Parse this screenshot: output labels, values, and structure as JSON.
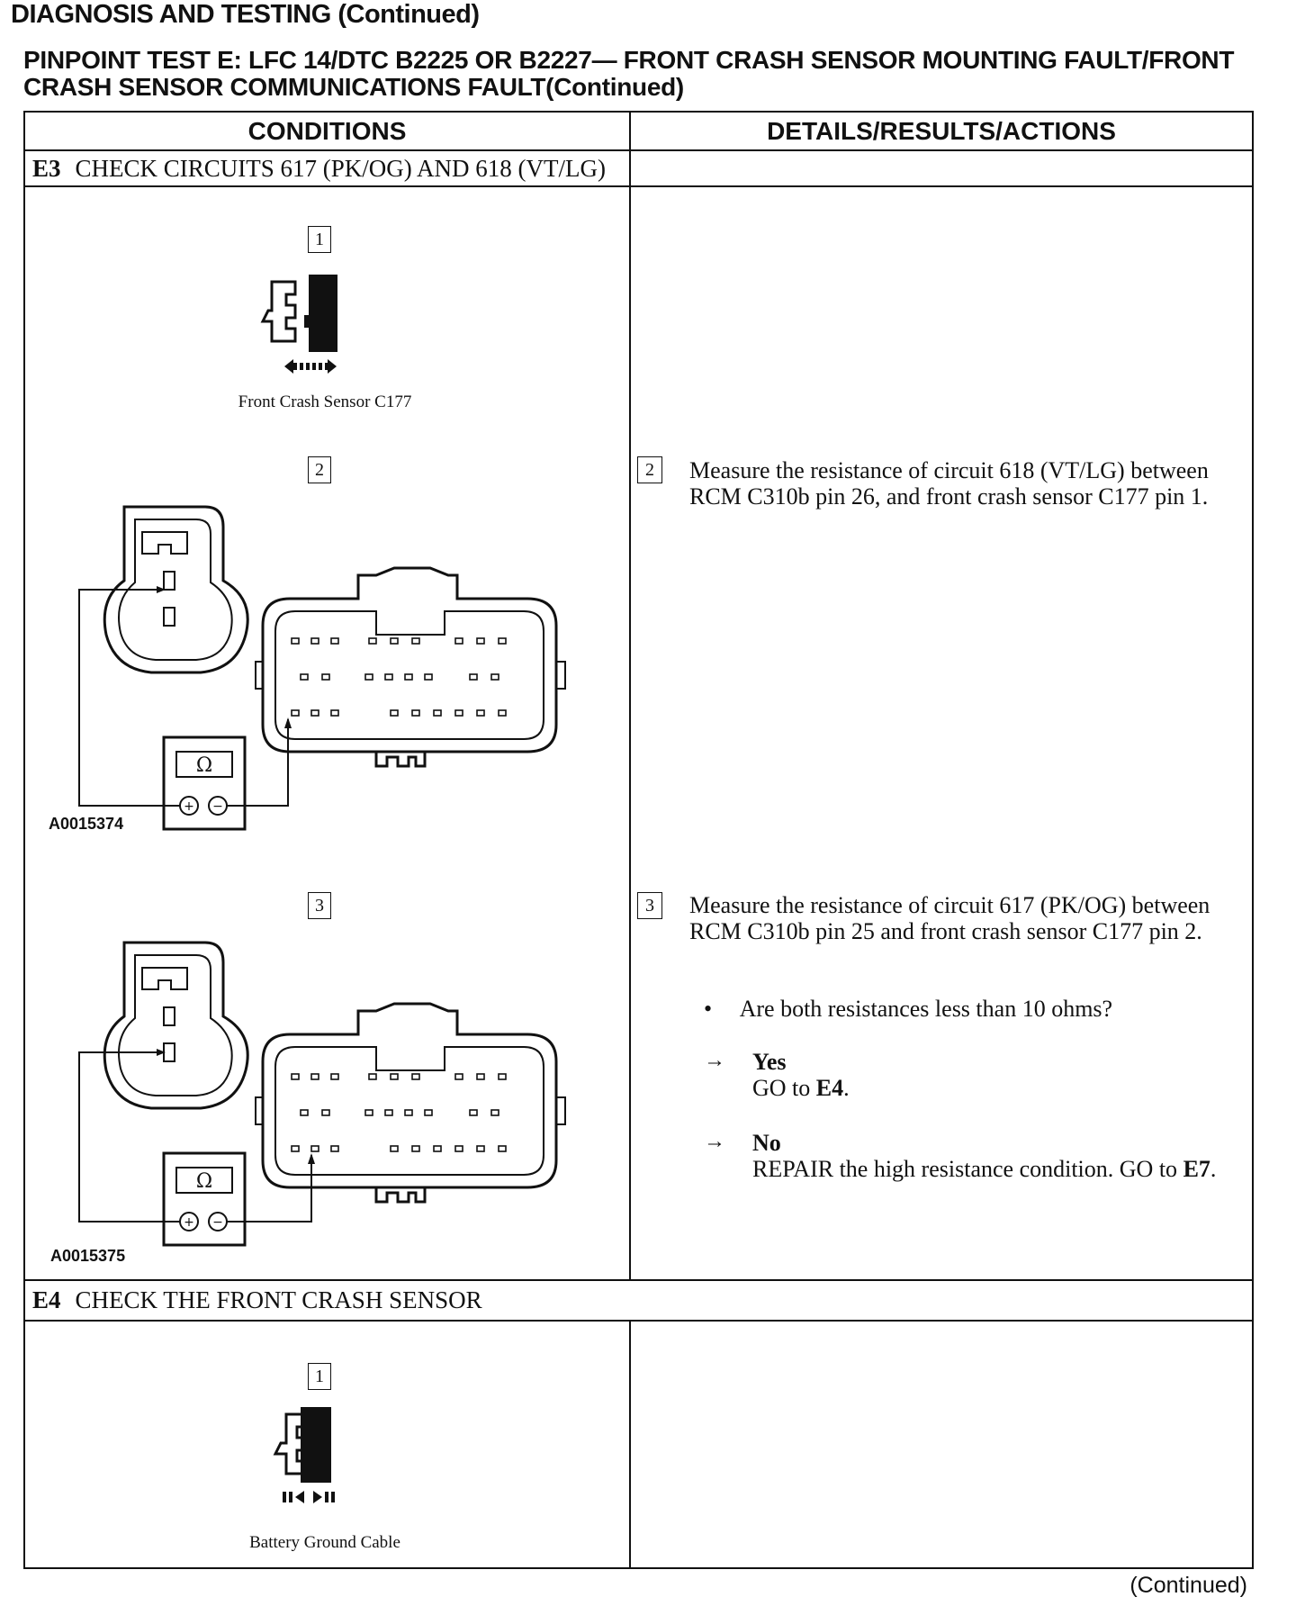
{
  "page": {
    "title": "DIAGNOSIS AND TESTING (Continued)",
    "test_title": "PINPOINT TEST E: LFC 14/DTC B2225 OR B2227— FRONT CRASH SENSOR MOUNTING FAULT/FRONT CRASH SENSOR COMMUNICATIONS FAULT(Continued)",
    "footer": "(Continued)"
  },
  "table": {
    "col_conditions": "CONDITIONS",
    "col_details": "DETAILS/RESULTS/ACTIONS",
    "steps": [
      {
        "id": "E3",
        "title": "CHECK CIRCUITS 617 (PK/OG) AND 618 (VT/LG)",
        "substeps": [
          {
            "num": "1",
            "caption": "Front Crash Sensor C177"
          },
          {
            "num": "2",
            "figure_id": "A0015374",
            "meter_symbol": "Ω",
            "detail": "Measure the resistance of circuit 618 (VT/LG) between RCM C310b pin 26, and front crash sensor C177 pin 1."
          },
          {
            "num": "3",
            "figure_id": "A0015375",
            "meter_symbol": "Ω",
            "detail": "Measure the resistance of circuit 617 (PK/OG) between RCM C310b pin 25 and front crash sensor C177 pin 2.",
            "question": "Are both resistances less than 10 ohms?",
            "results": [
              {
                "arrow": "→",
                "label": "Yes",
                "action_prefix": "GO to ",
                "action_target": "E4",
                "action_suffix": "."
              },
              {
                "arrow": "→",
                "label": "No",
                "action_prefix": "REPAIR the high resistance condition. GO to ",
                "action_target": "E7",
                "action_suffix": "."
              }
            ]
          }
        ]
      },
      {
        "id": "E4",
        "title": "CHECK THE FRONT CRASH SENSOR",
        "substeps": [
          {
            "num": "1",
            "caption": "Battery Ground Cable"
          }
        ]
      }
    ]
  }
}
